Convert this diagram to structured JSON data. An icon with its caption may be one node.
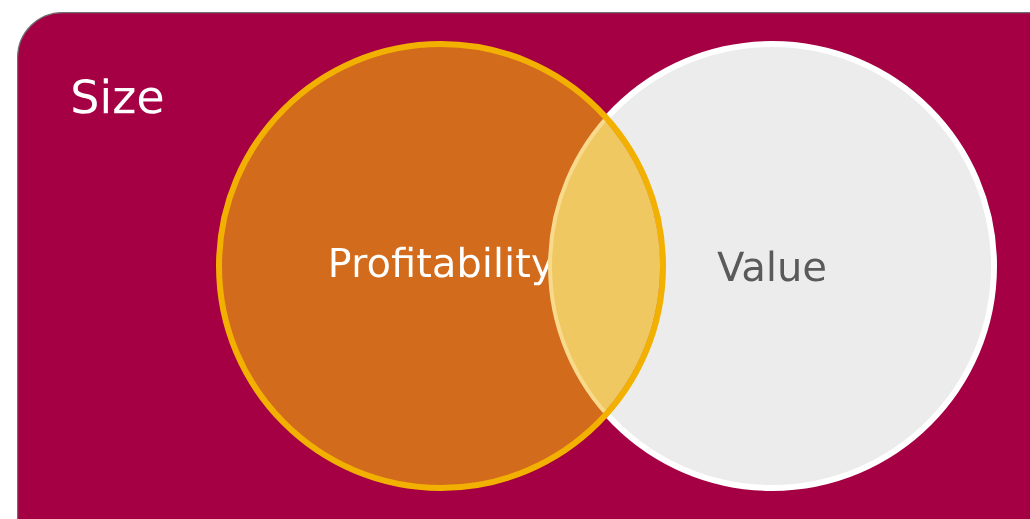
{
  "diagram": {
    "nodes": [
      {
        "text": [
          "Size"
        ]
      },
      {
        "text": [
          "Profitability"
        ],
        "in": 0
      },
      {
        "text": [
          "Value"
        ],
        "in": 0
      }
    ]
  }
}
